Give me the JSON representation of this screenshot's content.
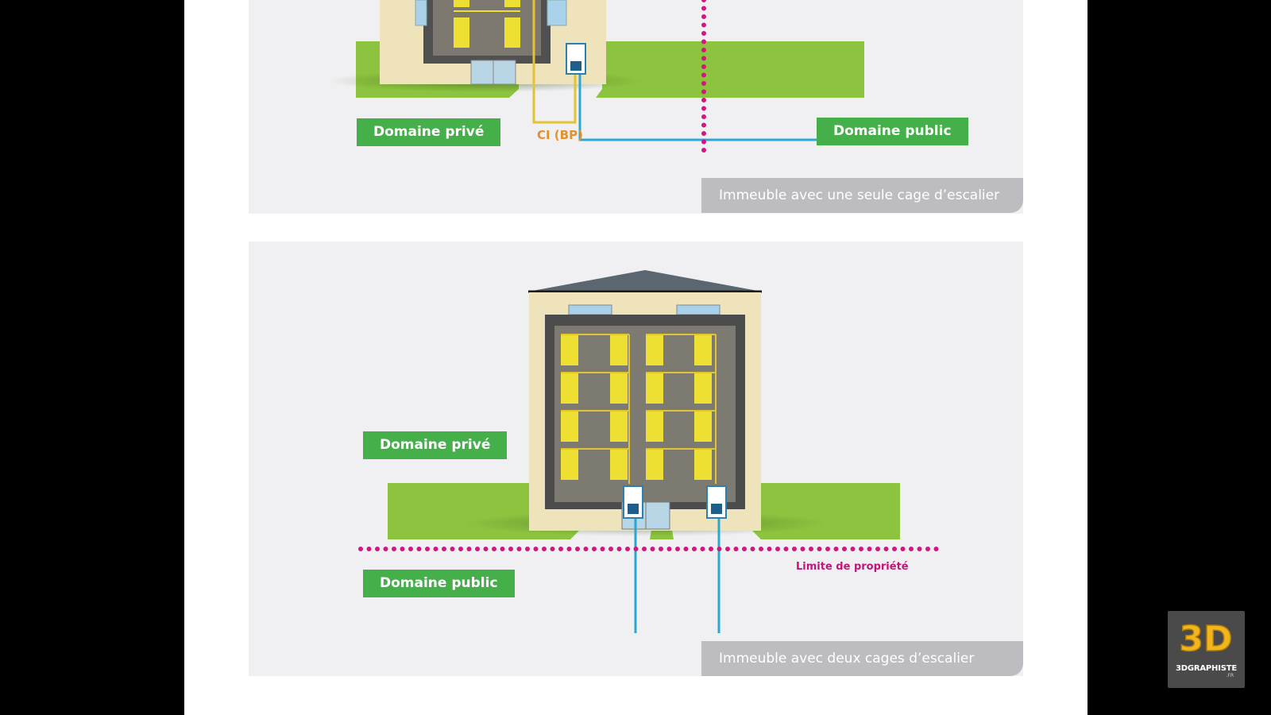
{
  "top_panel": {
    "private_label": "Domaine privé",
    "public_label": "Domaine public",
    "ci_label": "CI (BP)",
    "caption": "Immeuble avec une seule cage d’escalier"
  },
  "bottom_panel": {
    "private_label": "Domaine privé",
    "public_label": "Domaine public",
    "property_limit_label": "Limite de propriété",
    "caption": "Immeuble avec deux cages d’escalier"
  },
  "logo": {
    "mark": "3D",
    "name": "3DGRAPHISTE",
    "suffix": ".FR"
  },
  "colors": {
    "background": "#000000",
    "sheet": "#ffffff",
    "panel": "#f0f0f2",
    "label_green": "#45b04a",
    "grass": "#8cc43f",
    "facade": "#efe3bb",
    "window_yellow": "#ede032",
    "network_blue": "#2aa7d2",
    "ci_orange": "#e3912b",
    "property_limit": "#d0177f",
    "caption_gray": "#bdbdc1"
  }
}
